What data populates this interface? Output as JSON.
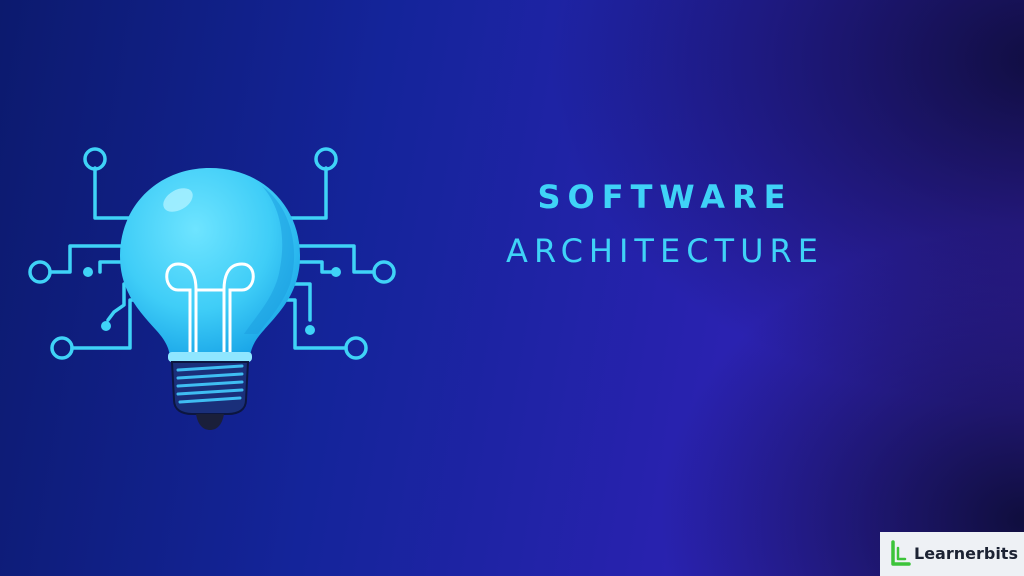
{
  "title": {
    "line1": "SOFTWARE",
    "line2": "ARCHITECTURE"
  },
  "logo": {
    "name": "Learnerbits",
    "accent_color": "#3cc43a"
  },
  "illustration": {
    "icon": "lightbulb-circuit-icon",
    "bulb_color": "#3fd3f7",
    "circuit_color": "#3fd3f7"
  },
  "colors": {
    "background_start": "#0c1a6e",
    "background_end": "#3a23b8",
    "text": "#3fd3f7"
  }
}
